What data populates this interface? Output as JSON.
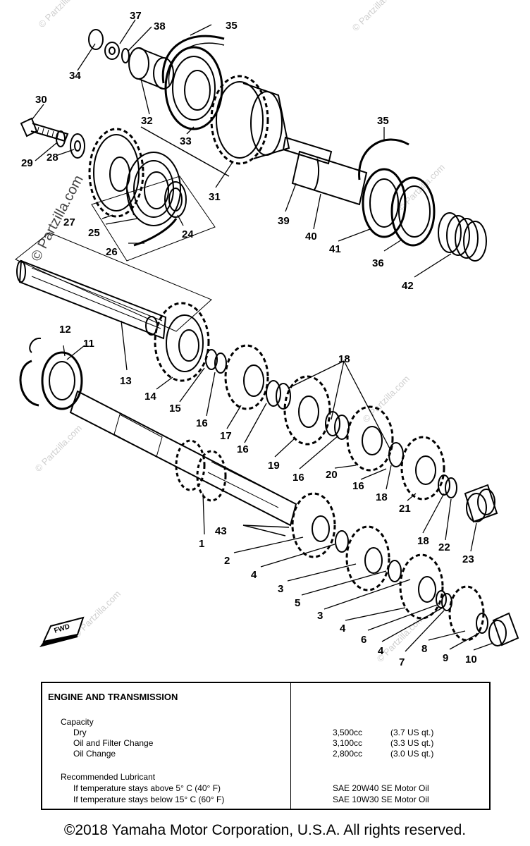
{
  "watermarks": [
    "© Partzilla.com"
  ],
  "fwd_label": "FWD",
  "callouts": [
    "1",
    "2",
    "3",
    "4",
    "5",
    "6",
    "7",
    "8",
    "9",
    "10",
    "11",
    "12",
    "13",
    "14",
    "15",
    "16",
    "17",
    "18",
    "19",
    "20",
    "21",
    "22",
    "23",
    "24",
    "25",
    "26",
    "27",
    "28",
    "29",
    "30",
    "31",
    "32",
    "33",
    "34",
    "35",
    "36",
    "37",
    "38",
    "39",
    "40",
    "41",
    "42",
    "43"
  ],
  "spec": {
    "title": "ENGINE AND TRANSMISSION",
    "capacity_label": "Capacity",
    "rows": [
      {
        "label": "Dry",
        "value": "3,500cc",
        "us": "(3.7 US qt.)"
      },
      {
        "label": "Oil and Filter Change",
        "value": "3,100cc",
        "us": "(3.3 US qt.)"
      },
      {
        "label": "Oil Change",
        "value": "2,800cc",
        "us": "(3.0 US qt.)"
      }
    ],
    "lubricant_label": "Recommended Lubricant",
    "lubricants": [
      {
        "condition": "If temperature stays above 5° C (40° F)",
        "oil": "SAE 20W40 SE Motor Oil"
      },
      {
        "condition": "If temperature stays below 15° C (60° F)",
        "oil": "SAE 10W30 SE Motor Oil"
      }
    ]
  },
  "copyright": "©2018 Yamaha Motor Corporation, U.S.A. All rights reserved."
}
